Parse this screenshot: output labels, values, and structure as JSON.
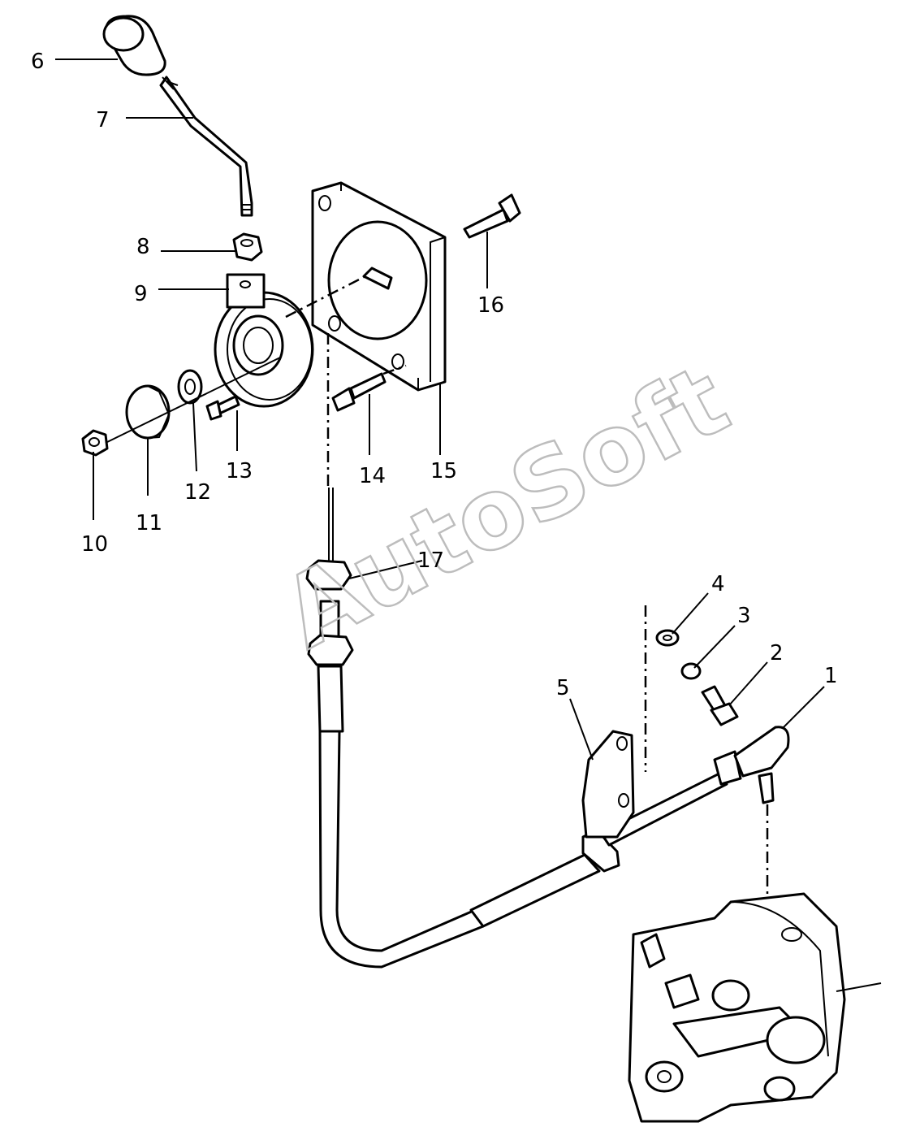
{
  "watermark": "AutoSoft",
  "callouts": [
    {
      "id": "1",
      "text": "1"
    },
    {
      "id": "2",
      "text": "2"
    },
    {
      "id": "3",
      "text": "3"
    },
    {
      "id": "4",
      "text": "4"
    },
    {
      "id": "5",
      "text": "5"
    },
    {
      "id": "6",
      "text": "6"
    },
    {
      "id": "7",
      "text": "7"
    },
    {
      "id": "8",
      "text": "8"
    },
    {
      "id": "9",
      "text": "9"
    },
    {
      "id": "10",
      "text": "10"
    },
    {
      "id": "11",
      "text": "11"
    },
    {
      "id": "12",
      "text": "12"
    },
    {
      "id": "13",
      "text": "13"
    },
    {
      "id": "14",
      "text": "14"
    },
    {
      "id": "15",
      "text": "15"
    },
    {
      "id": "16",
      "text": "16"
    },
    {
      "id": "17",
      "text": "17"
    }
  ]
}
